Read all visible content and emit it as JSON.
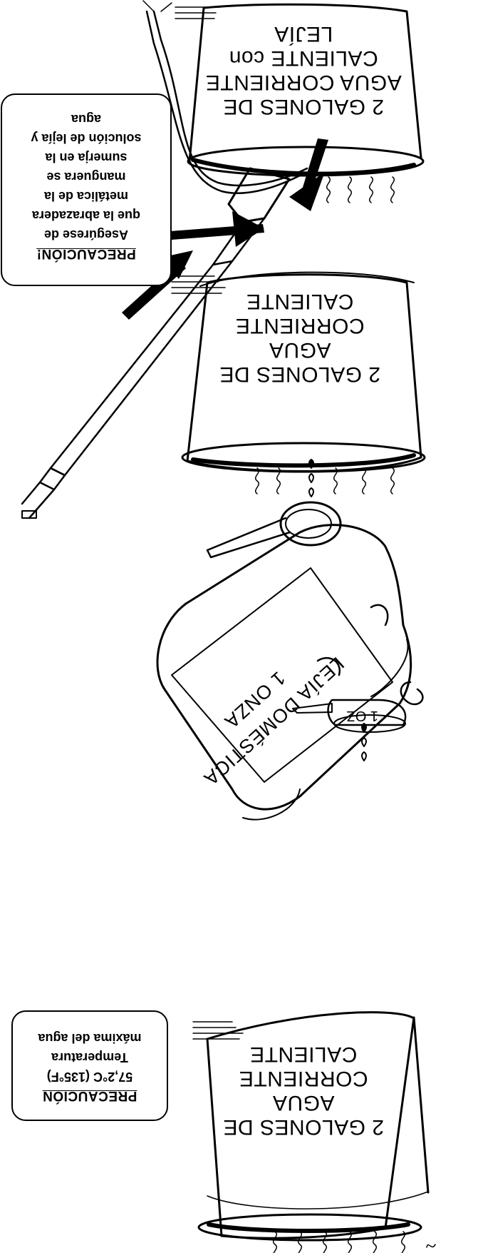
{
  "step1": {
    "bucket_label": "2 GALONES DE\nAGUA CORRIENTE\nCALIENTE",
    "caution": {
      "title": "PRECAUCIÓN",
      "lines": [
        "57,2°C (135°F)",
        "Temperatura",
        "máxima del agua"
      ]
    }
  },
  "step2": {
    "bottle_label": "LEJÍA DOMÉSTICA\n1 ONZA",
    "cup_label": "1 OZ"
  },
  "step3": {
    "bucket_label": "2 GALONES DE\nAGUA CORRIENTE\nCALIENTE"
  },
  "step4": {
    "bucket_label": "2 GALONES DE\nAGUA CORRIENTE\nCALIENTE con LEJÍA",
    "caution": {
      "title": "PRECAUCIÓN!",
      "lines": [
        "Asegúrese de",
        "que la abrazadera",
        "metálica de la",
        "manguera se",
        "sumerja en la",
        "solución de lejía y",
        "agua"
      ]
    }
  },
  "colors": {
    "ink": "#000000",
    "paper": "#ffffff"
  }
}
